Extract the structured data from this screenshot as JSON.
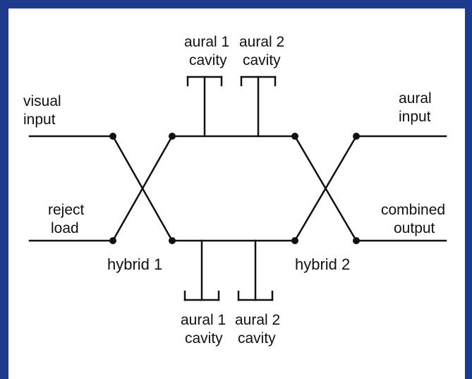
{
  "colors": {
    "border": "#1e3a8c",
    "line": "#111111",
    "background": "#ffffff"
  },
  "labels": {
    "visual_input": [
      "visual",
      "input"
    ],
    "reject_load": [
      "reject",
      "load"
    ],
    "aural_input": [
      "aural",
      "input"
    ],
    "combined_output": [
      "combined",
      "output"
    ],
    "hybrid_1": "hybrid 1",
    "hybrid_2": "hybrid 2",
    "top_cavity_1": [
      "aural 1",
      "cavity"
    ],
    "top_cavity_2": [
      "aural 2",
      "cavity"
    ],
    "bottom_cavity_1": [
      "aural 1",
      "cavity"
    ],
    "bottom_cavity_2": [
      "aural 2",
      "cavity"
    ]
  }
}
